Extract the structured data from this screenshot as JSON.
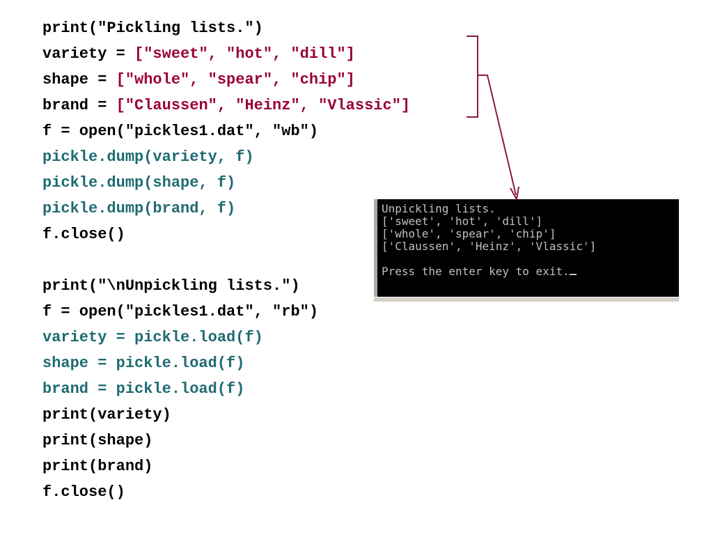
{
  "code_block": {
    "lines": [
      {
        "segments": [
          {
            "t": "print(\"Pickling lists.\")",
            "c": "plain"
          }
        ]
      },
      {
        "segments": [
          {
            "t": "variety = ",
            "c": "plain"
          },
          {
            "t": "[\"sweet\", \"hot\", \"dill\"]",
            "c": "str"
          }
        ]
      },
      {
        "segments": [
          {
            "t": "shape = ",
            "c": "plain"
          },
          {
            "t": "[\"whole\", \"spear\", \"chip\"]",
            "c": "str"
          }
        ]
      },
      {
        "segments": [
          {
            "t": "brand = ",
            "c": "plain"
          },
          {
            "t": "[\"Claussen\", \"Heinz\", \"Vlassic\"]",
            "c": "str"
          }
        ]
      },
      {
        "segments": [
          {
            "t": "f = open(\"pickles1.dat\", \"wb\")",
            "c": "plain"
          }
        ]
      },
      {
        "segments": [
          {
            "t": "pickle.dump(variety, f)",
            "c": "fn"
          }
        ]
      },
      {
        "segments": [
          {
            "t": "pickle.dump(shape, f)",
            "c": "fn"
          }
        ]
      },
      {
        "segments": [
          {
            "t": "pickle.dump(brand, f)",
            "c": "fn"
          }
        ]
      },
      {
        "segments": [
          {
            "t": "f.close()",
            "c": "plain"
          }
        ]
      },
      {
        "segments": []
      },
      {
        "segments": [
          {
            "t": "print(\"\\nUnpickling lists.\")",
            "c": "plain"
          }
        ]
      },
      {
        "segments": [
          {
            "t": "f = open(\"pickles1.dat\", \"rb\")",
            "c": "plain"
          }
        ]
      },
      {
        "segments": [
          {
            "t": "variety = pickle.load(f)",
            "c": "fn"
          }
        ]
      },
      {
        "segments": [
          {
            "t": "shape = pickle.load(f)",
            "c": "fn"
          }
        ]
      },
      {
        "segments": [
          {
            "t": "brand = pickle.load(f)",
            "c": "fn"
          }
        ]
      },
      {
        "segments": [
          {
            "t": "print(variety)",
            "c": "plain"
          }
        ]
      },
      {
        "segments": [
          {
            "t": "print(shape)",
            "c": "plain"
          }
        ]
      },
      {
        "segments": [
          {
            "t": "print(brand)",
            "c": "plain"
          }
        ]
      },
      {
        "segments": [
          {
            "t": "f.close()",
            "c": "plain"
          }
        ]
      }
    ]
  },
  "console_output": {
    "lines": [
      "Unpickling lists.",
      "['sweet', 'hot', 'dill']",
      "['whole', 'spear', 'chip']",
      "['Claussen', 'Heinz', 'Vlassic']",
      "",
      "Press the enter key to exit."
    ]
  },
  "colors": {
    "string": "#990033",
    "function_call": "#1f6b73",
    "annotation": "#8b1a3a",
    "console_bg": "#000000",
    "console_text": "#c0c0c0"
  }
}
